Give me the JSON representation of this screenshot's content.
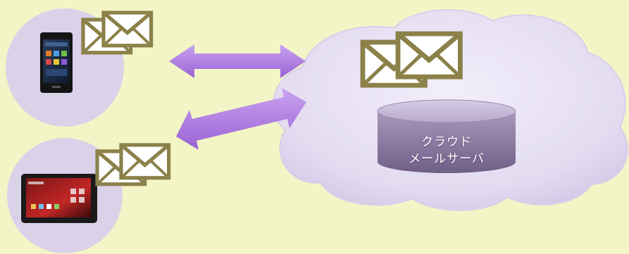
{
  "diagram": {
    "server": {
      "label_line1": "クラウド",
      "label_line2": "メールサーバ"
    },
    "nodes": [
      {
        "device": "smartphone",
        "has_mail": true
      },
      {
        "device": "tablet",
        "has_mail": true
      },
      {
        "device": "cloud-mail-server",
        "has_mail": true
      }
    ],
    "connections": [
      {
        "from": "smartphone",
        "to": "cloud-mail-server",
        "direction": "bidirectional"
      },
      {
        "from": "tablet",
        "to": "cloud-mail-server",
        "direction": "bidirectional"
      }
    ],
    "colors": {
      "background": "#f4f5c6",
      "device_circle": "#d9d2e9",
      "cloud": "#e3dcf1",
      "arrow": "#b07fe0",
      "envelope_border": "#8b8149",
      "database": "#8a7a9e"
    }
  }
}
